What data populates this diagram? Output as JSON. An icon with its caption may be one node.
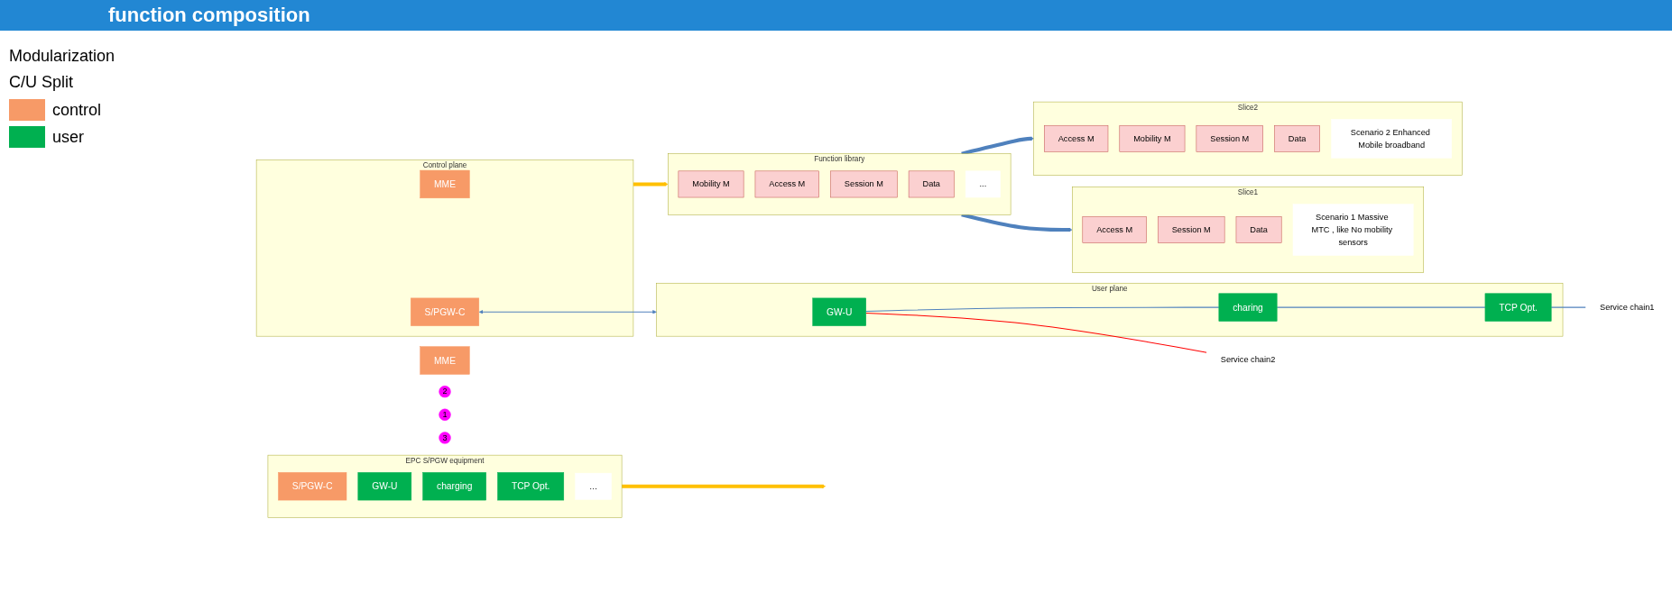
{
  "diagram": {
    "title": "function composition",
    "nodes": [
      {
        "text": [
          "MME"
        ]
      },
      {
        "text": [
          "EPC S/PGW equipment",
          "…"
        ]
      },
      {
        "text": [
          "S/PGW-C"
        ],
        "in": 1
      },
      {
        "text": [
          "GW-U"
        ],
        "in": 1
      },
      {
        "text": [
          "charging"
        ],
        "in": 1
      },
      {
        "text": [
          "TCP Opt."
        ],
        "in": 1
      },
      {
        "text": [
          "Control plane"
        ]
      },
      {
        "text": [
          "MME"
        ],
        "in": 6
      },
      {
        "text": [
          "S/PGW-C"
        ],
        "in": 6
      },
      {
        "text": [
          "User plane"
        ]
      },
      {
        "text": [
          "GW-U"
        ],
        "in": 9
      },
      {
        "text": [
          "charing"
        ],
        "in": 9
      },
      {
        "text": [
          "TCP Opt."
        ],
        "in": 9
      },
      {
        "text": [
          "Function library",
          "..."
        ]
      },
      {
        "text": [
          "Mobility M"
        ],
        "in": 13
      },
      {
        "text": [
          "Access M"
        ],
        "in": 13
      },
      {
        "text": [
          "Session M"
        ],
        "in": 13
      },
      {
        "text": [
          "Data"
        ],
        "in": 13
      },
      {
        "text": [
          "Slice1"
        ],
        "beside": [
          "Scenario 1 Massive MTC , like No mobility sensors"
        ]
      },
      {
        "text": [
          "Access M"
        ],
        "in": 18
      },
      {
        "text": [
          "Session M"
        ],
        "in": 18
      },
      {
        "text": [
          "Data"
        ],
        "in": 18
      },
      {
        "text": [
          "Slice2"
        ],
        "beside": [
          "Scenario 2 Enhanced Mobile broadband"
        ]
      },
      {
        "text": [
          "Access M"
        ],
        "in": 22
      },
      {
        "text": [
          "Mobility M"
        ],
        "in": 22
      },
      {
        "text": [
          "Session M"
        ],
        "in": 22
      },
      {
        "text": [
          "Data"
        ],
        "in": 22
      },
      {
        "text": [
          "Service chain1"
        ]
      },
      {
        "text": [
          "Service chain2"
        ]
      },
      {
        "text": [
          "2"
        ]
      },
      {
        "text": [
          "1"
        ]
      },
      {
        "text": [
          "3"
        ]
      }
    ],
    "edges": [
      {
        "from": 1,
        "to": null,
        "arrow": "to",
        "style": "thick",
        "color": "#ffc000"
      },
      {
        "from": 6,
        "to": 13,
        "arrow": "to",
        "style": "thick",
        "color": "#ffc000"
      },
      {
        "from": 13,
        "to": 18,
        "arrow": "to",
        "style": "thick"
      },
      {
        "from": 13,
        "to": 22,
        "arrow": "to",
        "style": "thick"
      },
      {
        "from": 8,
        "to": 9,
        "arrow": "both"
      },
      {
        "from": 10,
        "to": 11,
        "arrow": "none"
      },
      {
        "from": 11,
        "to": 12,
        "arrow": "none"
      },
      {
        "from": 12,
        "to": 27,
        "arrow": "none"
      },
      {
        "from": 10,
        "to": 28,
        "arrow": "none",
        "color": "#ff0000"
      }
    ],
    "labels": [
      "Modularization",
      "C/U Split"
    ],
    "legend": [
      {
        "text": "control",
        "color": "#f79a67"
      },
      {
        "text": "user",
        "color": "#00b050"
      }
    ]
  }
}
